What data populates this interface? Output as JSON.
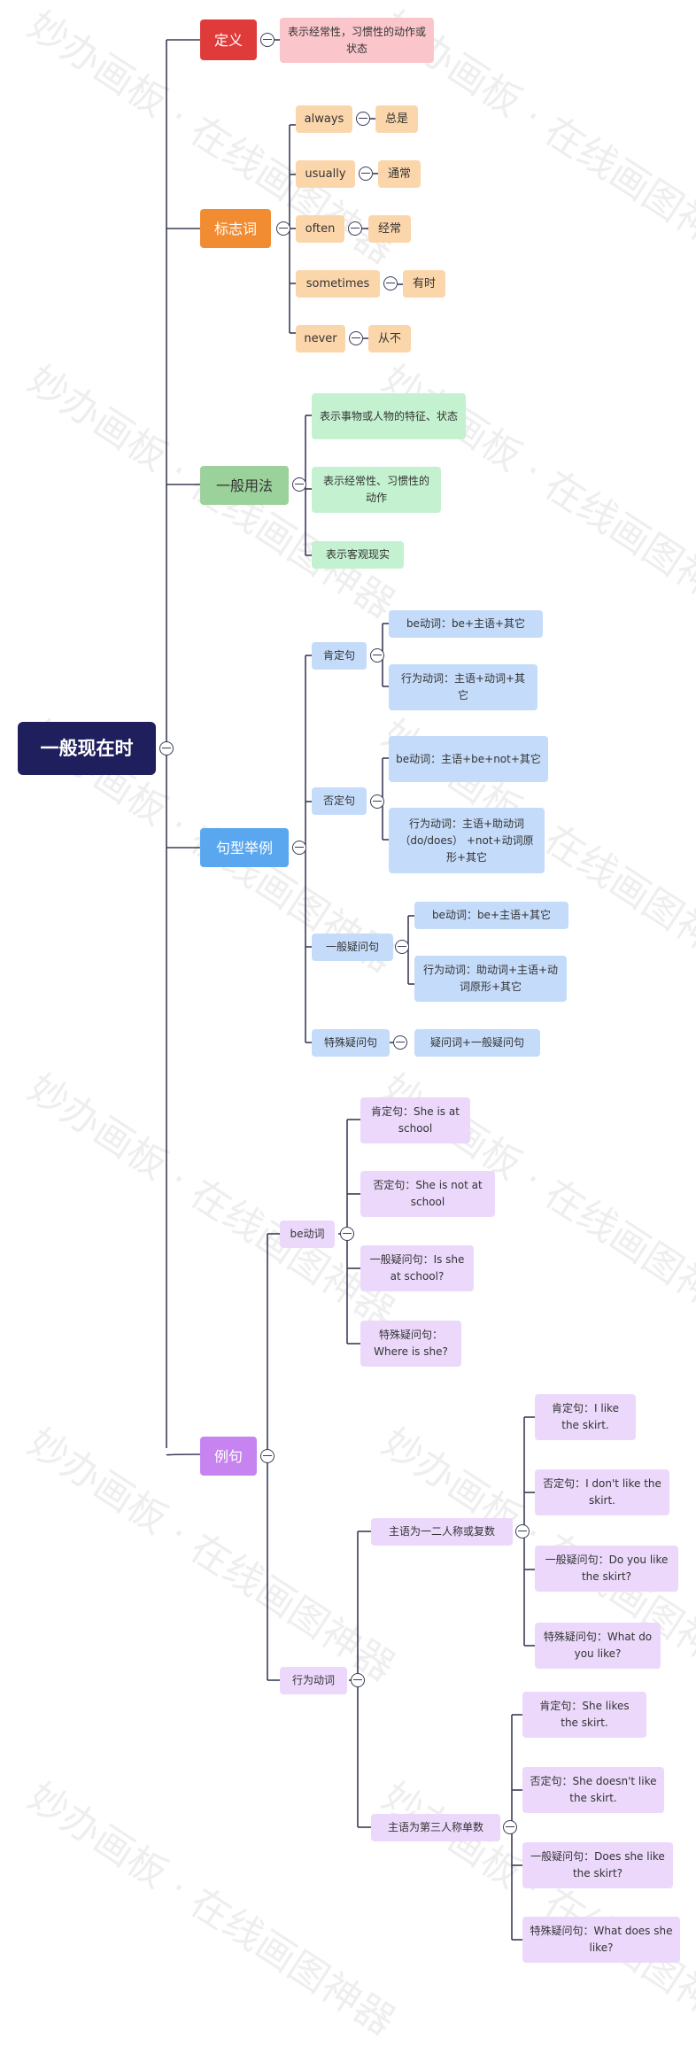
{
  "watermark": "妙办画板 · 在线画图神器",
  "root": "一般现在时",
  "definition": {
    "title": "定义",
    "text": "表示经常性，习惯性的动作或状态"
  },
  "signal_words": {
    "title": "标志词",
    "items": [
      {
        "en": "always",
        "zh": "总是"
      },
      {
        "en": "usually",
        "zh": "通常"
      },
      {
        "en": "often",
        "zh": "经常"
      },
      {
        "en": "sometimes",
        "zh": "有时"
      },
      {
        "en": "never",
        "zh": "从不"
      }
    ]
  },
  "usage": {
    "title": "一般用法",
    "items": [
      "表示事物或人物的特征、状态",
      "表示经常性、习惯性的动作",
      "表示客观现实"
    ]
  },
  "patterns": {
    "title": "句型举例",
    "affirmative": {
      "label": "肯定句",
      "be": "be动词：be+主语+其它",
      "action": "行为动词：主语+动词+其它"
    },
    "negative": {
      "label": "否定句",
      "be": "be动词：主语+be+not+其它",
      "action": "行为动词：主语+助动词（do/does） +not+动词原形+其它"
    },
    "general_question": {
      "label": "一般疑问句",
      "be": "be动词：be+主语+其它",
      "action": "行为动词：助动词+主语+动词原形+其它"
    },
    "special_question": {
      "label": "特殊疑问句",
      "text": "疑问词+一般疑问句"
    }
  },
  "examples": {
    "title": "例句",
    "be": {
      "label": "be动词",
      "affirmative": "肯定句：She is at school",
      "negative": "否定句：She is not at school",
      "question": "一般疑问句：Is she at school?",
      "special": "特殊疑问句：Where is she?"
    },
    "action": {
      "label": "行为动词",
      "first_second": {
        "label": "主语为一二人称或复数",
        "affirmative": "肯定句：I like the skirt.",
        "negative": "否定句：I don't like the skirt.",
        "question": "一般疑问句：Do you like the skirt?",
        "special": "特殊疑问句：What do you like?"
      },
      "third_singular": {
        "label": "主语为第三人称单数",
        "affirmative": "肯定句：She likes the skirt.",
        "negative": "否定句：She doesn't like the skirt.",
        "question": "一般疑问句：Does she like the skirt?",
        "special": "特殊疑问句：What does she like?"
      }
    }
  }
}
